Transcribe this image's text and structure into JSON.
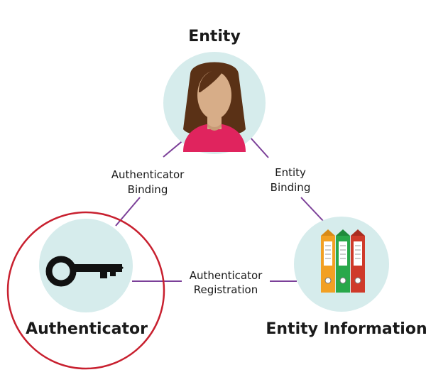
{
  "nodes": {
    "entity": {
      "title": "Entity",
      "icon": "person-icon"
    },
    "authenticator": {
      "title": "Authenticator",
      "icon": "key-icon"
    },
    "entity_information": {
      "title": "Entity Information",
      "icon": "binders-icon"
    }
  },
  "edges": {
    "authenticator_binding": {
      "line1": "Authenticator",
      "line2": "Binding"
    },
    "entity_binding": {
      "line1": "Entity",
      "line2": "Binding"
    },
    "authenticator_registration": {
      "line1": "Authenticator",
      "line2": "Registration"
    }
  },
  "colors": {
    "circle_fill": "#d6ecec",
    "connector": "#7b3f98",
    "highlight_ring": "#c8202f",
    "skin": "#d7ad88",
    "hair": "#5a3116",
    "shirt": "#e0245e",
    "key": "#111111",
    "binder_orange": "#f2a024",
    "binder_green": "#29a84a",
    "binder_red": "#cf3a2a"
  }
}
